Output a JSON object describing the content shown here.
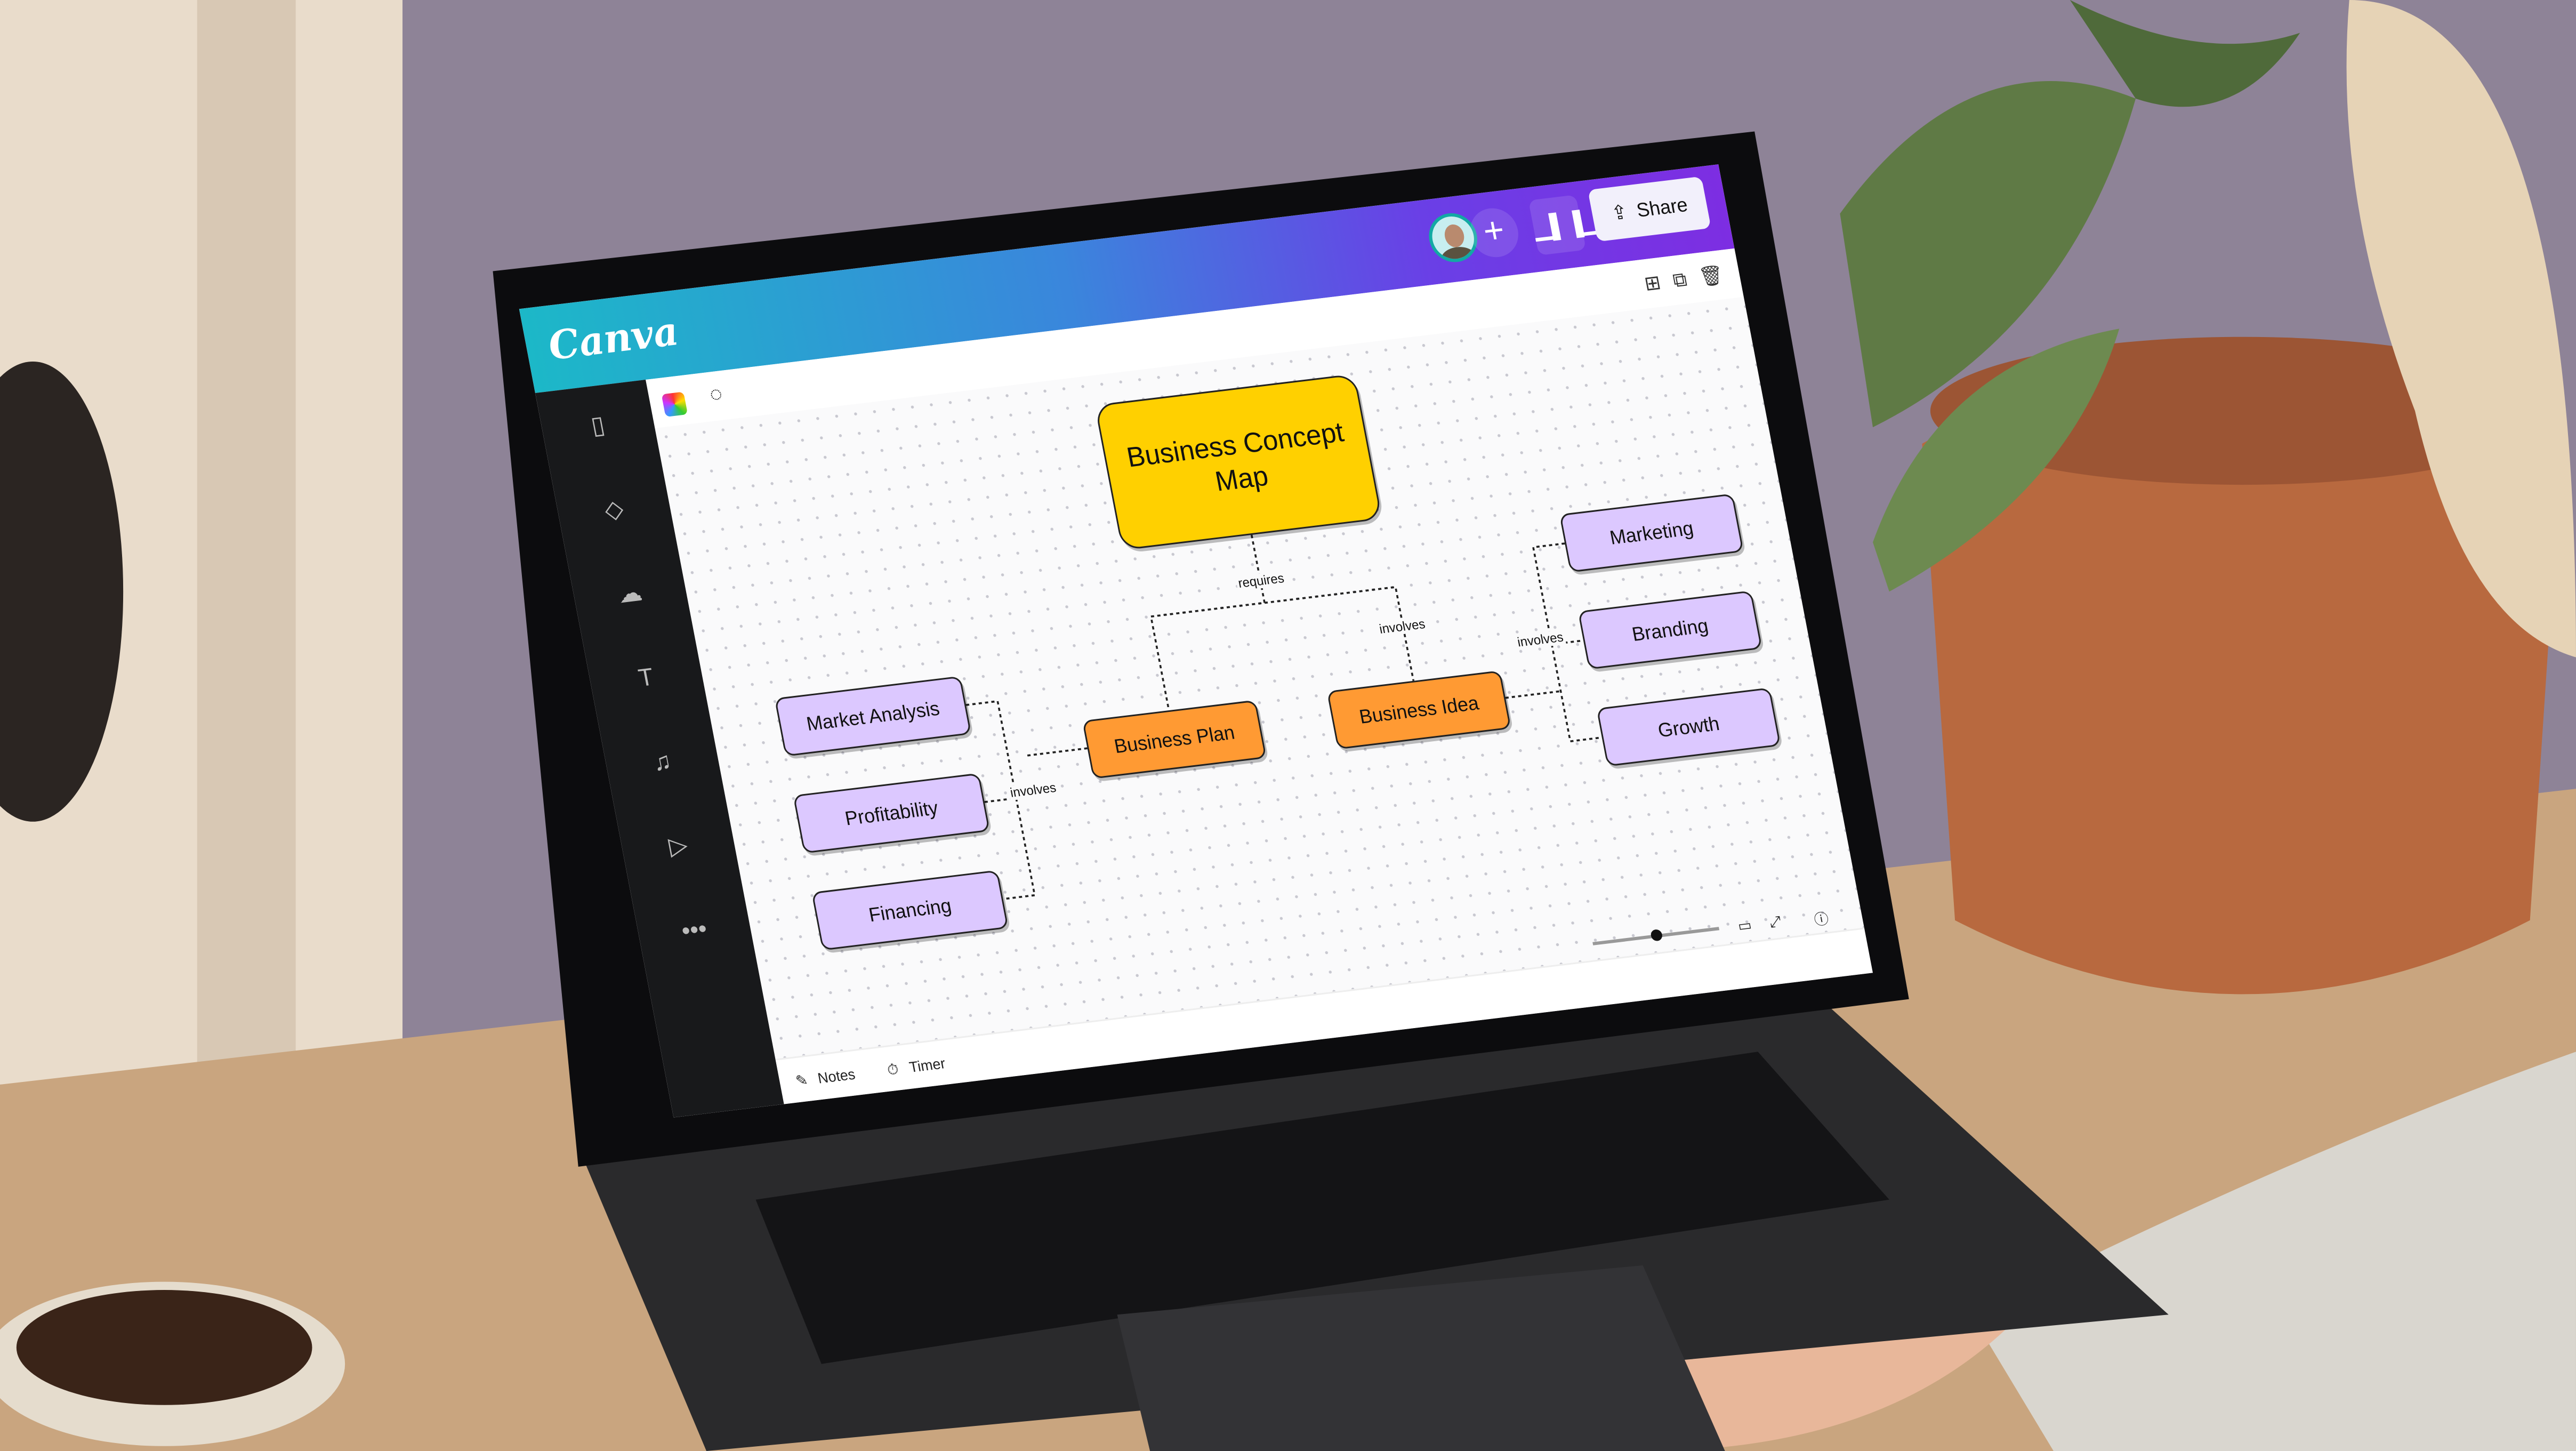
{
  "app": {
    "logo": "Canva",
    "share_label": "Share",
    "add_label": "+",
    "colors": {
      "header_start": "#1cb8c8",
      "header_end": "#7d2ee2",
      "sidebar": "#18191b"
    }
  },
  "header": {
    "icons": [
      "avatar",
      "plus-icon",
      "analytics-icon",
      "share-icon"
    ]
  },
  "toolbar": {
    "icons": [
      "color-swatch-icon",
      "lasso-icon",
      "add-page-icon",
      "duplicate-page-icon",
      "trash-icon"
    ]
  },
  "sidebar": {
    "icons": [
      "layout-icon",
      "elements-icon",
      "upload-icon",
      "text-icon",
      "music-icon",
      "video-icon",
      "more-icon"
    ]
  },
  "concept_map": {
    "title": "Business Concept Map",
    "nodes": {
      "plan": "Business Plan",
      "idea": "Business Idea",
      "market": "Market Analysis",
      "profit": "Profitability",
      "finance": "Financing",
      "marketing": "Marketing",
      "branding": "Branding",
      "growth": "Growth"
    },
    "labels": {
      "requires": "requires",
      "involves_top": "involves",
      "involves_left": "involves",
      "involves_right": "involves"
    },
    "colors": {
      "title": "#ffd000",
      "main": "#ff9a33",
      "sub": "#dcc8ff"
    }
  },
  "footer": {
    "notes": "Notes",
    "timer": "Timer",
    "zoom_level": 0.5
  }
}
